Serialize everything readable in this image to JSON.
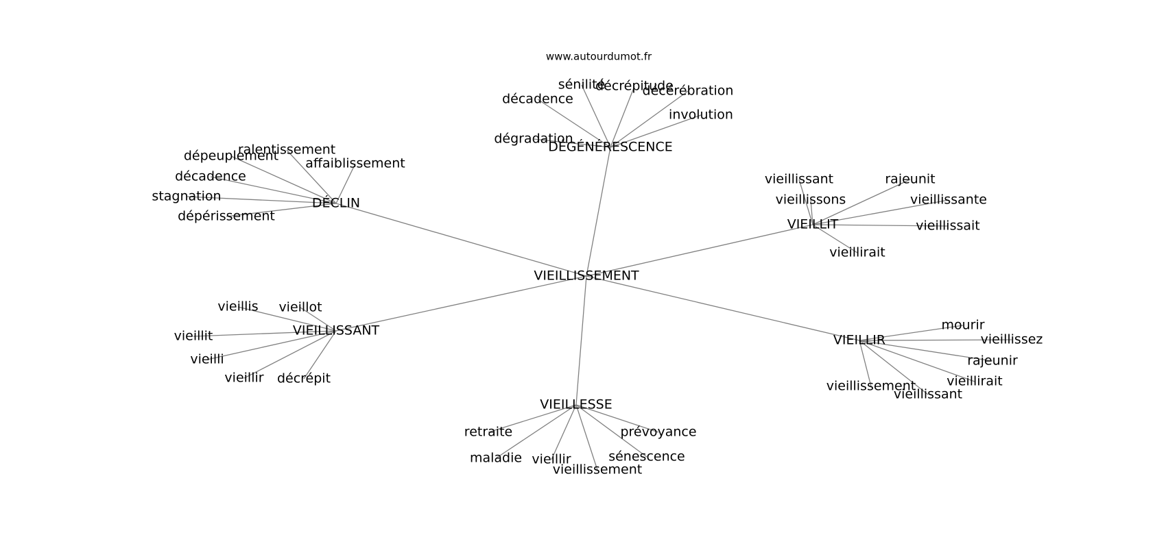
{
  "source": "www.autourdumot.fr",
  "colors": {
    "edge": "#808080",
    "text": "#000000",
    "background": "#ffffff"
  },
  "graph": {
    "center": "VIEILLISSEMENT",
    "groups": [
      {
        "hub": "DÉGÉNÉRESCENCE",
        "leaves": [
          "sénilité",
          "décrépitude",
          "décérébration",
          "décadence",
          "involution",
          "dégradation"
        ]
      },
      {
        "hub": "DÉCLIN",
        "leaves": [
          "ralentissement",
          "dépeuplement",
          "affaiblissement",
          "décadence",
          "stagnation",
          "dépérissement"
        ]
      },
      {
        "hub": "VIEILLIT",
        "leaves": [
          "vieillissant",
          "rajeunit",
          "vieillissons",
          "vieillissante",
          "vieillissait",
          "vieillirait"
        ]
      },
      {
        "hub": "VIEILLISSANT",
        "leaves": [
          "vieillis",
          "vieillot",
          "vieillit",
          "vieilli",
          "vieillir",
          "décrépit"
        ]
      },
      {
        "hub": "VIEILLIR",
        "leaves": [
          "mourir",
          "vieillissez",
          "rajeunir",
          "vieillirait",
          "vieillissement",
          "vieillissant"
        ]
      },
      {
        "hub": "VIEILLESSE",
        "leaves": [
          "retraite",
          "prévoyance",
          "maladie",
          "vieillir",
          "sénescence",
          "vieillissement"
        ]
      }
    ]
  }
}
